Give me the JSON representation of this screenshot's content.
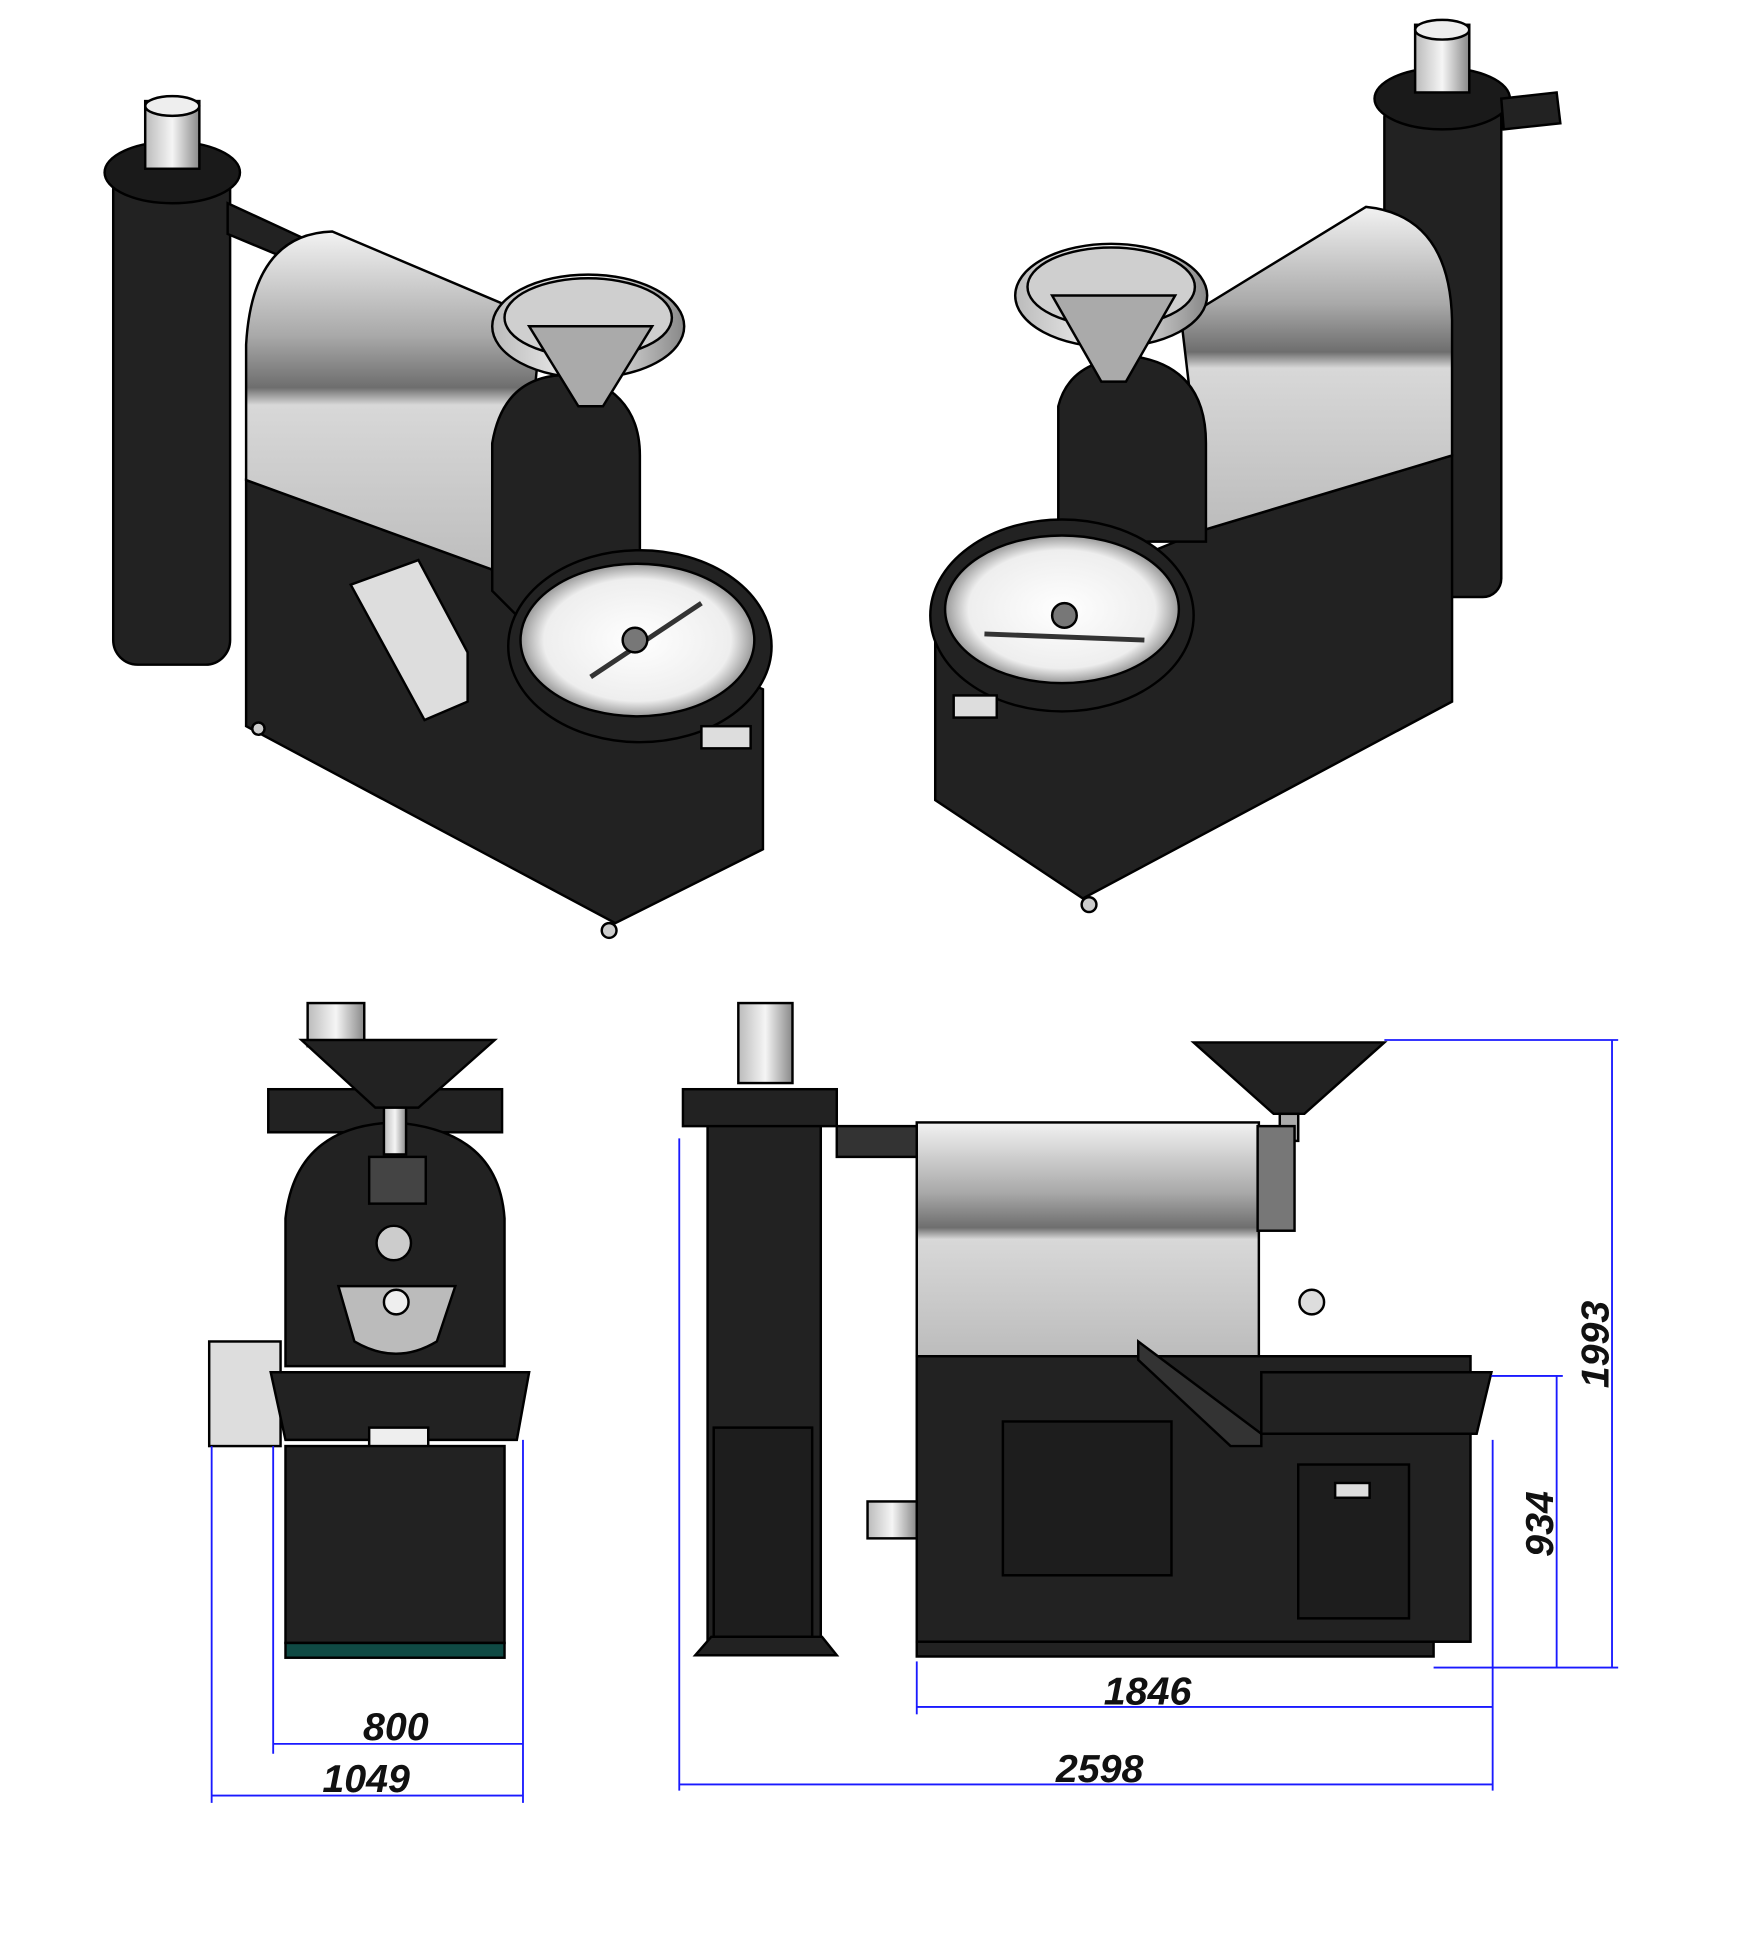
{
  "colors": {
    "body": "#222222",
    "outline": "#000000",
    "steel_light": "#e8e8e8",
    "steel_dark": "#8a8a8a",
    "dimension_line": "#1a1aff",
    "base_trim": "#0f4a44",
    "handle_wood": "#c98b5a"
  },
  "views": [
    "isometric-front-left",
    "isometric-front-right",
    "side-view",
    "front-view"
  ],
  "dimensions": {
    "depth_body": "800",
    "depth_total": "1049",
    "length_body": "1846",
    "length_total": "2598",
    "height_tray": "934",
    "height_total": "1993"
  }
}
